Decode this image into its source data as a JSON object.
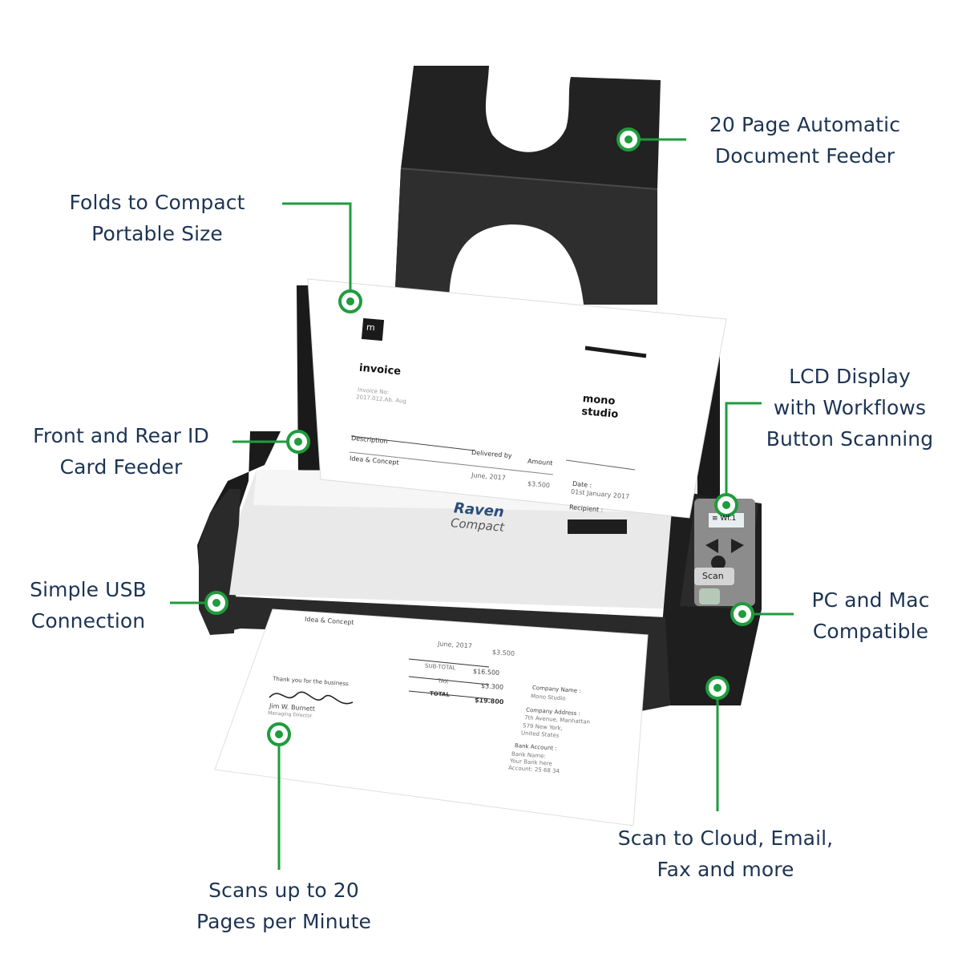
{
  "colors": {
    "accent": "#1f9c3c",
    "label_text": "#1d3454",
    "scanner_body": "#1f1f1f",
    "tray": "#262626"
  },
  "callouts": {
    "adf": {
      "line1": "20 Page Automatic",
      "line2": "Document Feeder"
    },
    "folds": {
      "line1": "Folds to Compact",
      "line2": "Portable Size"
    },
    "lcd": {
      "line1": "LCD Display",
      "line2": "with Workflows",
      "line3": "Button Scanning"
    },
    "id_card": {
      "line1": "Front and Rear ID",
      "line2": "Card Feeder"
    },
    "usb": {
      "line1": "Simple USB",
      "line2": "Connection"
    },
    "pc_mac": {
      "line1": "PC and Mac",
      "line2": "Compatible"
    },
    "cloud": {
      "line1": "Scan to Cloud, Email,",
      "line2": "Fax and more"
    },
    "speed": {
      "line1": "Scans up to 20",
      "line2": "Pages per Minute"
    }
  },
  "product": {
    "brand": "Raven",
    "model": "Compact",
    "lcd_text": "≡ Wf.1",
    "scan_button": "Scan"
  },
  "invoice": {
    "logo": "m",
    "title": "invoice",
    "invoice_no_label": "Invoice No:",
    "invoice_no": "2017.012.Ab. Aug",
    "company": "mono\nstudio",
    "col_description": "Description",
    "col_delivered": "Delivered by",
    "col_amount": "Amount",
    "item": "Idea & Concept",
    "item_date": "June, 2017",
    "item_amount": "$3.500",
    "date_label": "Date :",
    "date_value": "01st January 2017",
    "recipient_label": "Recipient :"
  },
  "output_page": {
    "item": "Idea & Concept",
    "item_date": "June, 2017",
    "item_amount": "$3.500",
    "subtotal_label": "SUB-TOTAL",
    "subtotal": "$16.500",
    "tax_label": "TAX",
    "tax": "$3.300",
    "total_label": "TOTAL",
    "total": "$19.800",
    "thanks": "Thank you for the business",
    "signer": "Jim W. Burnett",
    "signer_role": "Managing Director",
    "company_name_label": "Company Name :",
    "company_name": "Mono Studio",
    "company_address_label": "Company Address :",
    "company_address_1": "7th Avenue, Manhattan",
    "company_address_2": "579 New York,",
    "company_address_3": "United States",
    "bank_label": "Bank Account :",
    "bank_name": "Bank Name:",
    "bank_name_value": "Your Bank here",
    "bank_account": "Account: 25 68 34"
  }
}
